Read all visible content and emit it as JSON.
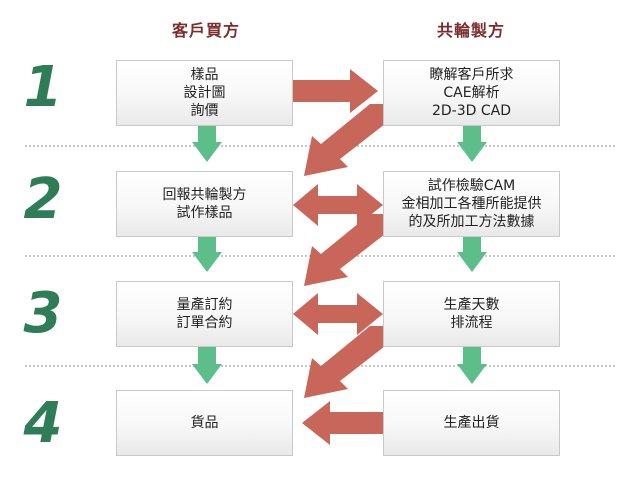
{
  "columns": {
    "client": "客戶買方",
    "supplier": "共輪製方"
  },
  "steps": [
    "1",
    "2",
    "3",
    "4"
  ],
  "client_boxes": [
    [
      "樣品",
      "設計圖",
      "詢價"
    ],
    [
      "回報共輪製方",
      "試作樣品"
    ],
    [
      "量產訂約",
      "訂單合約"
    ],
    [
      "貨品"
    ]
  ],
  "supplier_boxes": [
    [
      "瞭解客戶所求",
      "CAE解析",
      "2D-3D CAD"
    ],
    [
      "試作檢驗CAM",
      "金相加工各種所能提供",
      "的及所加工方法數據"
    ],
    [
      "生產天數",
      "排流程"
    ],
    [
      "生產出貨"
    ]
  ],
  "colors": {
    "green_arrow": "#5cbf8a",
    "red_arrow": "#c8665a",
    "step_number": "#2e7d57",
    "title": "#7a2e2e"
  }
}
